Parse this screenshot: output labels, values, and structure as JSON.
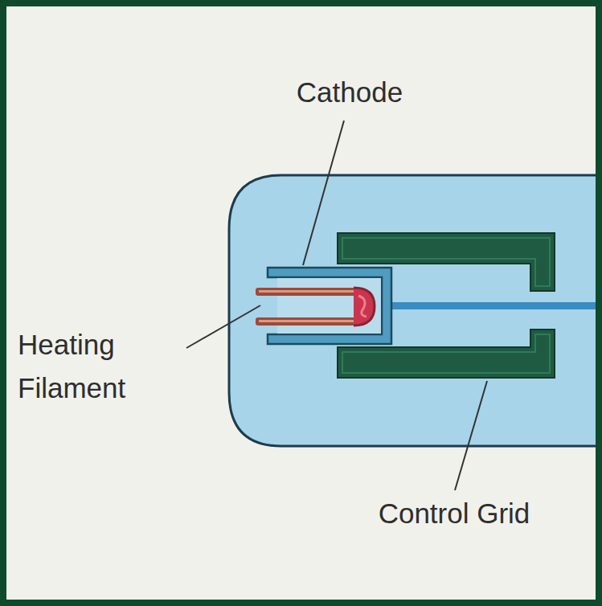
{
  "diagram": {
    "labels": [
      "Cathode",
      "Heating Filament",
      "Control Grid"
    ]
  }
}
